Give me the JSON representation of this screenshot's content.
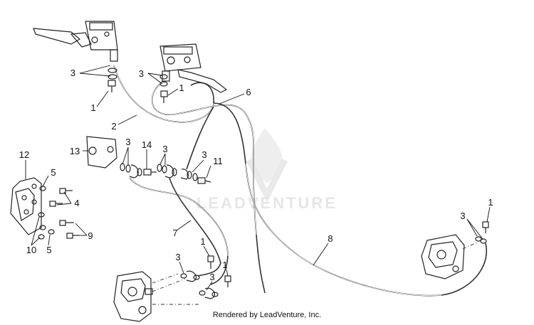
{
  "diagram": {
    "watermark": "LEADVENTURE",
    "credit": "Rendered by LeadVenture, Inc.",
    "callouts": {
      "c1a": "1",
      "c1b": "1",
      "c1c": "1",
      "c1d": "1",
      "c1e": "1",
      "c2": "2",
      "c3a": "3",
      "c3b": "3",
      "c3c": "3",
      "c3d": "3",
      "c3e": "3",
      "c3f": "3",
      "c3g": "3",
      "c4": "4",
      "c5a": "5",
      "c5b": "5",
      "c6": "6",
      "c7": "7",
      "c8": "8",
      "c9": "9",
      "c10": "10",
      "c11": "11",
      "c12": "12",
      "c13": "13",
      "c14": "14"
    }
  }
}
